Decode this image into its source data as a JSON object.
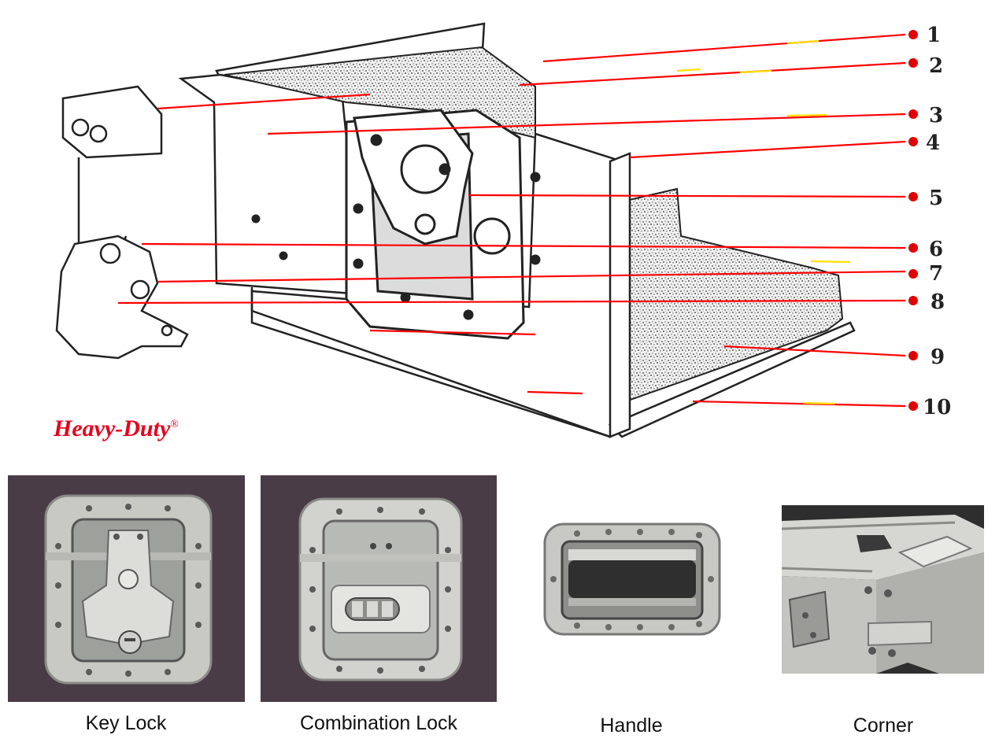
{
  "diagram": {
    "callout_numbers": [
      "1",
      "2",
      "3",
      "4",
      "5",
      "6",
      "7",
      "8",
      "9",
      "10"
    ],
    "brand_text": "Heavy-Duty",
    "brand_mark": "®",
    "colors": {
      "leader": "#ff0000",
      "leader_accent": "#ffe000",
      "dot": "#e00000",
      "ink": "#222222",
      "brand": "#e8001c"
    }
  },
  "photos": [
    {
      "caption": "Key Lock",
      "icon": "key-lock-photo"
    },
    {
      "caption": "Combination Lock",
      "icon": "combination-lock-photo"
    },
    {
      "caption": "Handle",
      "icon": "handle-photo"
    },
    {
      "caption": "Corner",
      "icon": "corner-photo"
    }
  ]
}
